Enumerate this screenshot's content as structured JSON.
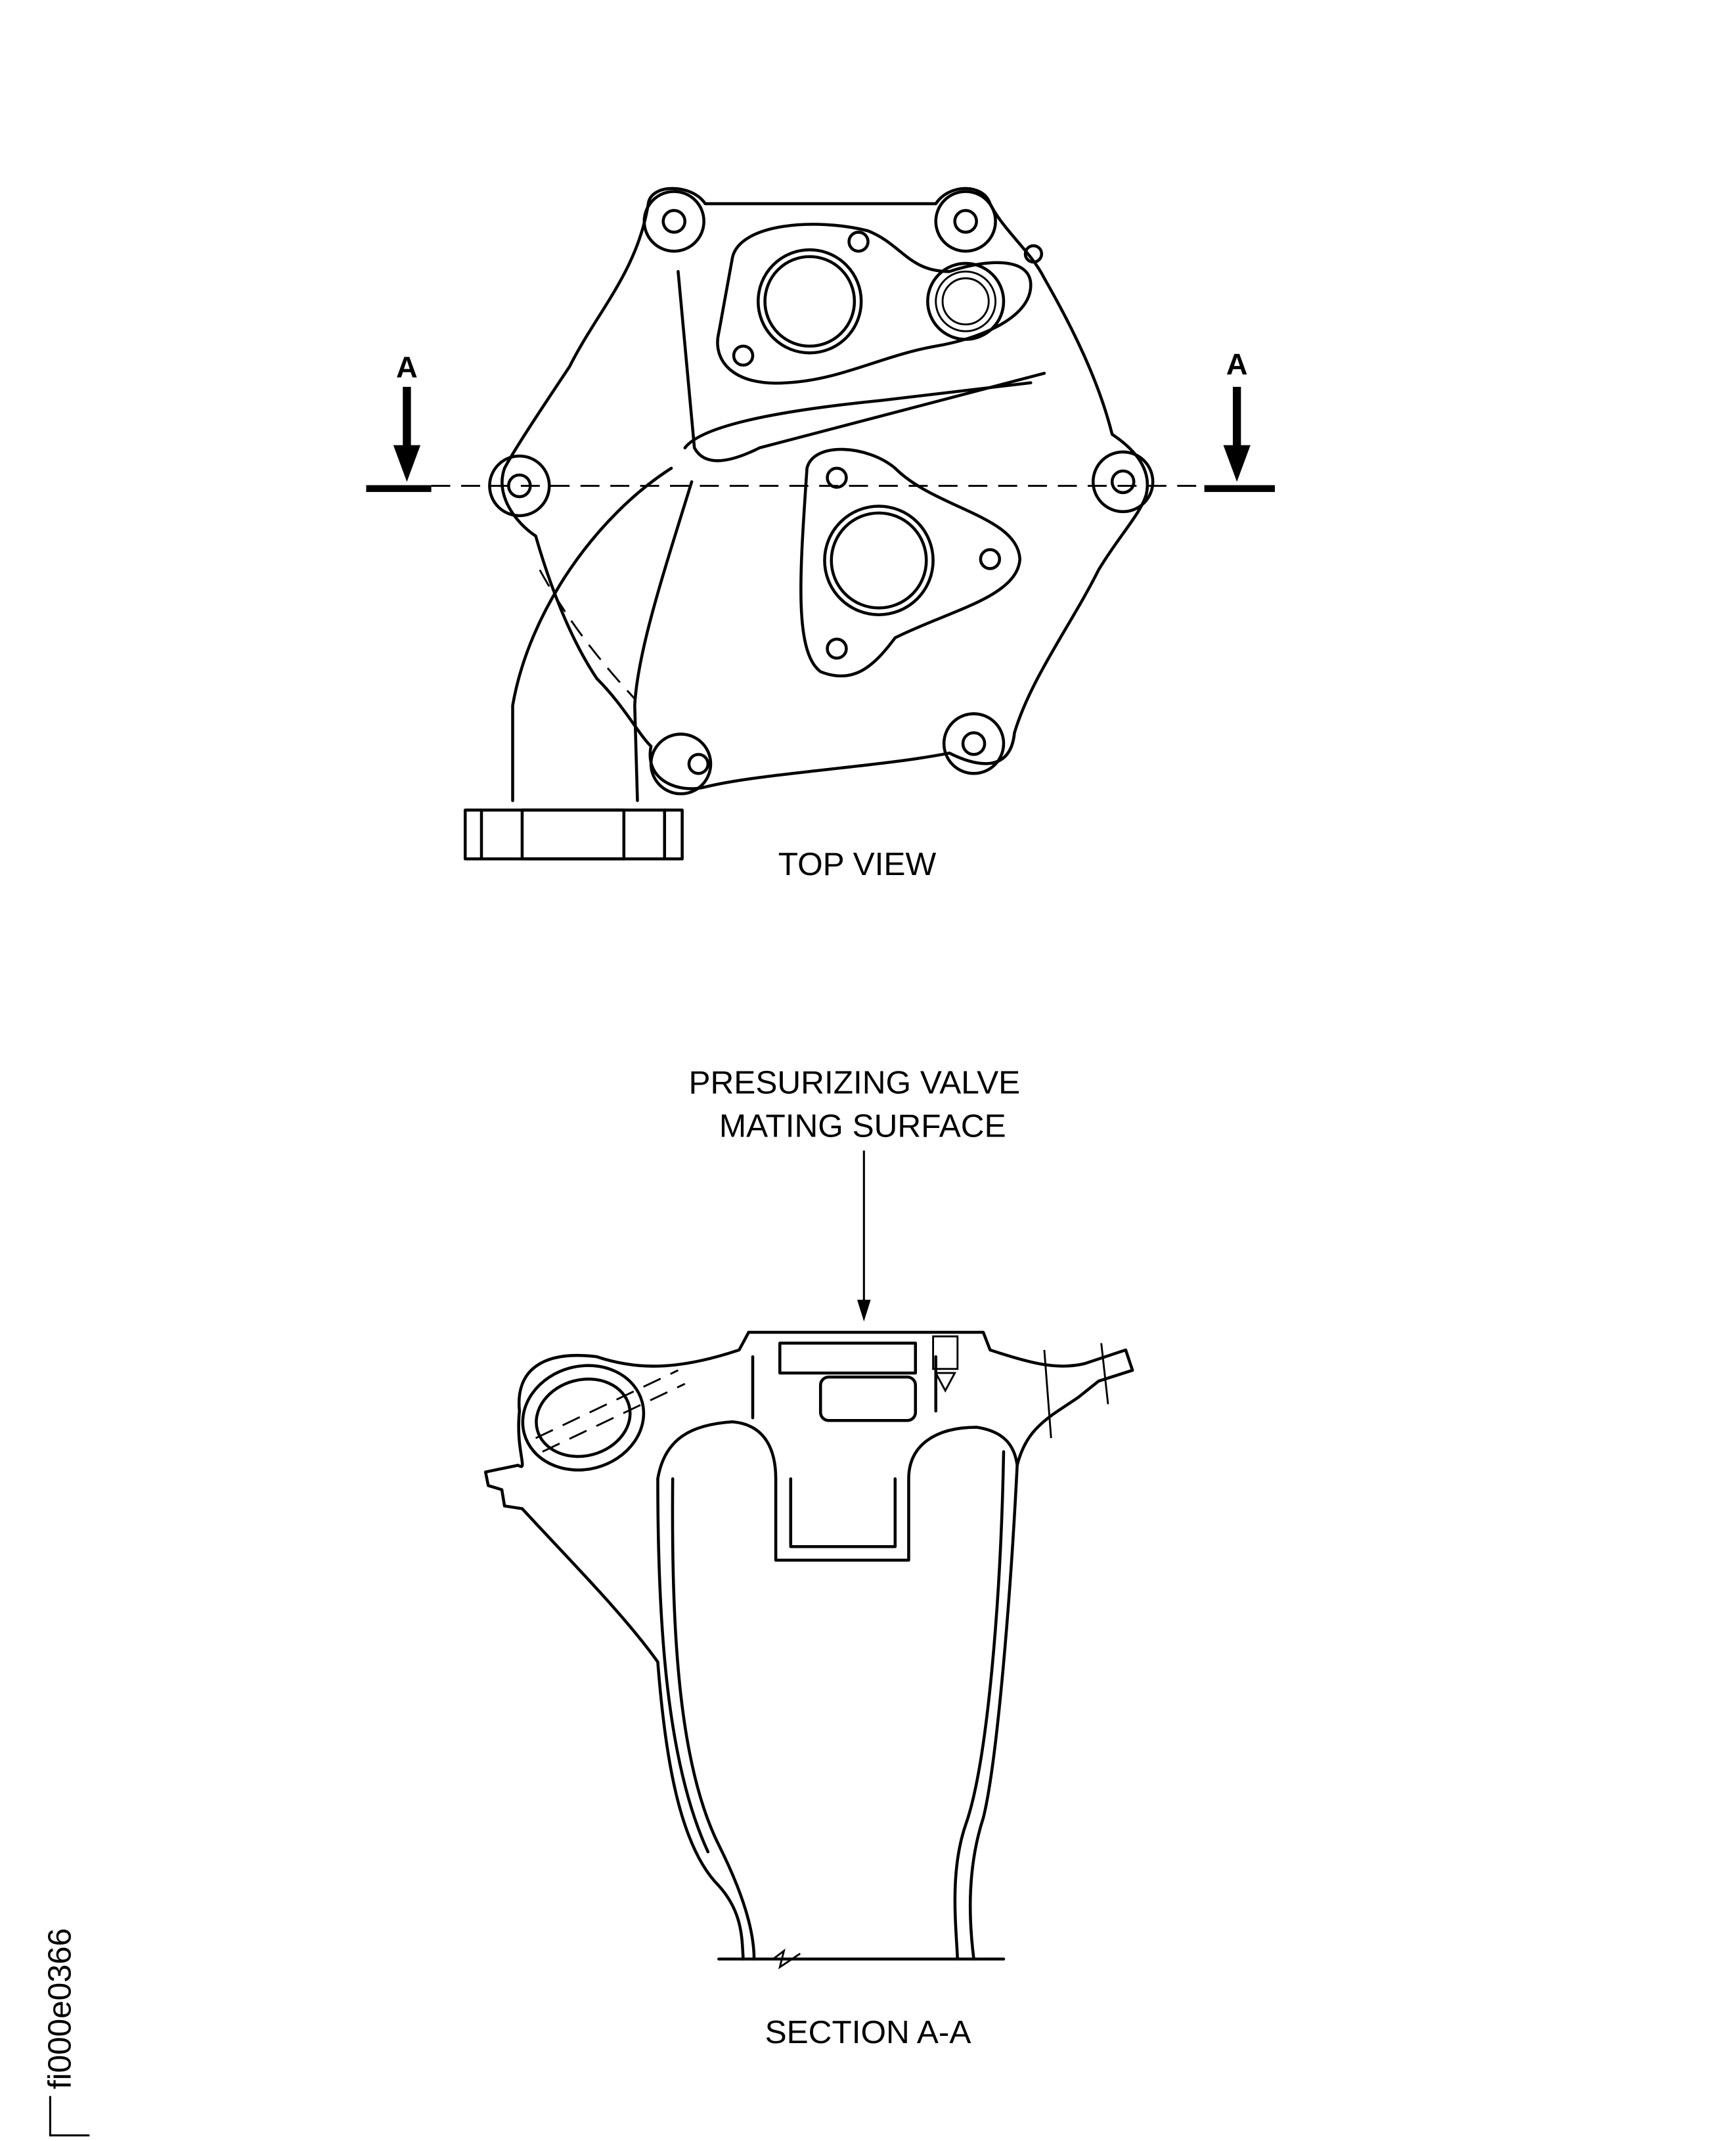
{
  "top_view": {
    "title": "TOP VIEW",
    "section_marker_left": "A",
    "section_marker_right": "A"
  },
  "callout": {
    "line1": "PRESURIZING VALVE",
    "line2": "MATING SURFACE"
  },
  "section_view": {
    "title": "SECTION A-A"
  },
  "figure_id": "fi000e0366"
}
